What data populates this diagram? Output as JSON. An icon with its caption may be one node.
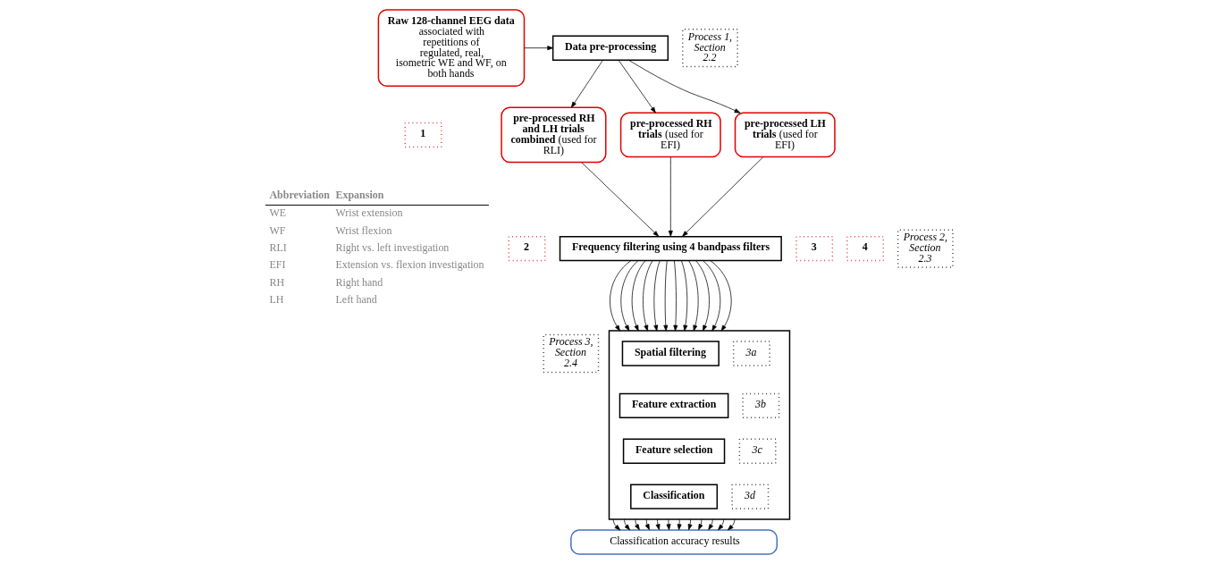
{
  "diagram": {
    "nodes": [
      {
        "text": [
          "**Raw 128-channel EEG data** associated with repetitions of regulated, real, isometric WE and WF, on both hands"
        ]
      },
      {
        "text": [
          "1"
        ]
      },
      {
        "text": [
          "Process 1, Section 2.2"
        ]
      },
      {
        "text": [
          "Data pre-processing"
        ]
      },
      {
        "text": [
          "**pre-processed RH and LH trials combined** (used for RLI)"
        ]
      },
      {
        "text": [
          "2"
        ]
      },
      {
        "text": [
          "**pre-processed RH trials** (used for EFI)"
        ]
      },
      {
        "text": [
          "3"
        ]
      },
      {
        "text": [
          "**pre-processed LH trials** (used for EFI)"
        ]
      },
      {
        "text": [
          "4"
        ]
      },
      {
        "text": [
          "Process 2, Section 2.3"
        ]
      },
      {
        "text": [
          "Frequency filtering using 4 bandpass filters"
        ]
      },
      {
        "text": [
          "Process 3, Section 2.4"
        ]
      },
      {
        "text": [],
        "shape": "box"
      },
      {
        "text": [
          "Spatial filtering"
        ],
        "in": 13
      },
      {
        "text": [
          "3a"
        ],
        "in": 13
      },
      {
        "text": [
          "Feature extraction"
        ],
        "in": 13
      },
      {
        "text": [
          "3b"
        ],
        "in": 13
      },
      {
        "text": [
          "Feature selection"
        ],
        "in": 13
      },
      {
        "text": [
          "3c"
        ],
        "in": 13
      },
      {
        "text": [
          "Classification"
        ],
        "in": 13
      },
      {
        "text": [
          "3d"
        ],
        "in": 13
      },
      {
        "text": [
          "Classification accuracy results"
        ]
      }
    ],
    "edges": [
      {
        "from": 0,
        "to": 3,
        "arrow": "to"
      },
      {
        "from": 3,
        "to": 4,
        "arrow": "to"
      },
      {
        "from": 3,
        "to": 6,
        "arrow": "to"
      },
      {
        "from": 3,
        "to": 8,
        "arrow": "to"
      },
      {
        "from": 4,
        "to": 11,
        "arrow": "to"
      },
      {
        "from": 6,
        "to": 11,
        "arrow": "to"
      },
      {
        "from": 8,
        "to": 11,
        "arrow": "to"
      },
      {
        "from": 11,
        "to": 13,
        "arrow": "to"
      },
      {
        "from": 11,
        "to": 13,
        "arrow": "to"
      },
      {
        "from": 11,
        "to": 13,
        "arrow": "to"
      },
      {
        "from": 11,
        "to": 13,
        "arrow": "to"
      },
      {
        "from": 11,
        "to": 13,
        "arrow": "to"
      },
      {
        "from": 11,
        "to": 13,
        "arrow": "to"
      },
      {
        "from": 11,
        "to": 13,
        "arrow": "to"
      },
      {
        "from": 11,
        "to": 13,
        "arrow": "to"
      },
      {
        "from": 11,
        "to": 13,
        "arrow": "to"
      },
      {
        "from": 11,
        "to": 13,
        "arrow": "to"
      },
      {
        "from": 11,
        "to": 13,
        "arrow": "to"
      },
      {
        "from": 11,
        "to": 13,
        "arrow": "to"
      },
      {
        "from": 13,
        "to": 22,
        "arrow": "to"
      },
      {
        "from": 13,
        "to": 22,
        "arrow": "to"
      },
      {
        "from": 13,
        "to": 22,
        "arrow": "to"
      },
      {
        "from": 13,
        "to": 22,
        "arrow": "to"
      },
      {
        "from": 13,
        "to": 22,
        "arrow": "to"
      },
      {
        "from": 13,
        "to": 22,
        "arrow": "to"
      },
      {
        "from": 13,
        "to": 22,
        "arrow": "to"
      },
      {
        "from": 13,
        "to": 22,
        "arrow": "to"
      },
      {
        "from": 13,
        "to": 22,
        "arrow": "to"
      },
      {
        "from": 13,
        "to": 22,
        "arrow": "to"
      },
      {
        "from": 13,
        "to": 22,
        "arrow": "to"
      },
      {
        "from": 13,
        "to": 22,
        "arrow": "to"
      }
    ],
    "labels": [
      "Abbreviation",
      "Expansion",
      "WE",
      "Wrist extension",
      "WF",
      "Wrist flexion",
      "RLI",
      "Right vs. left investigation",
      "EFI",
      "Extension vs. flexion investigation",
      "RH",
      "Right hand",
      "LH",
      "Left hand"
    ]
  }
}
